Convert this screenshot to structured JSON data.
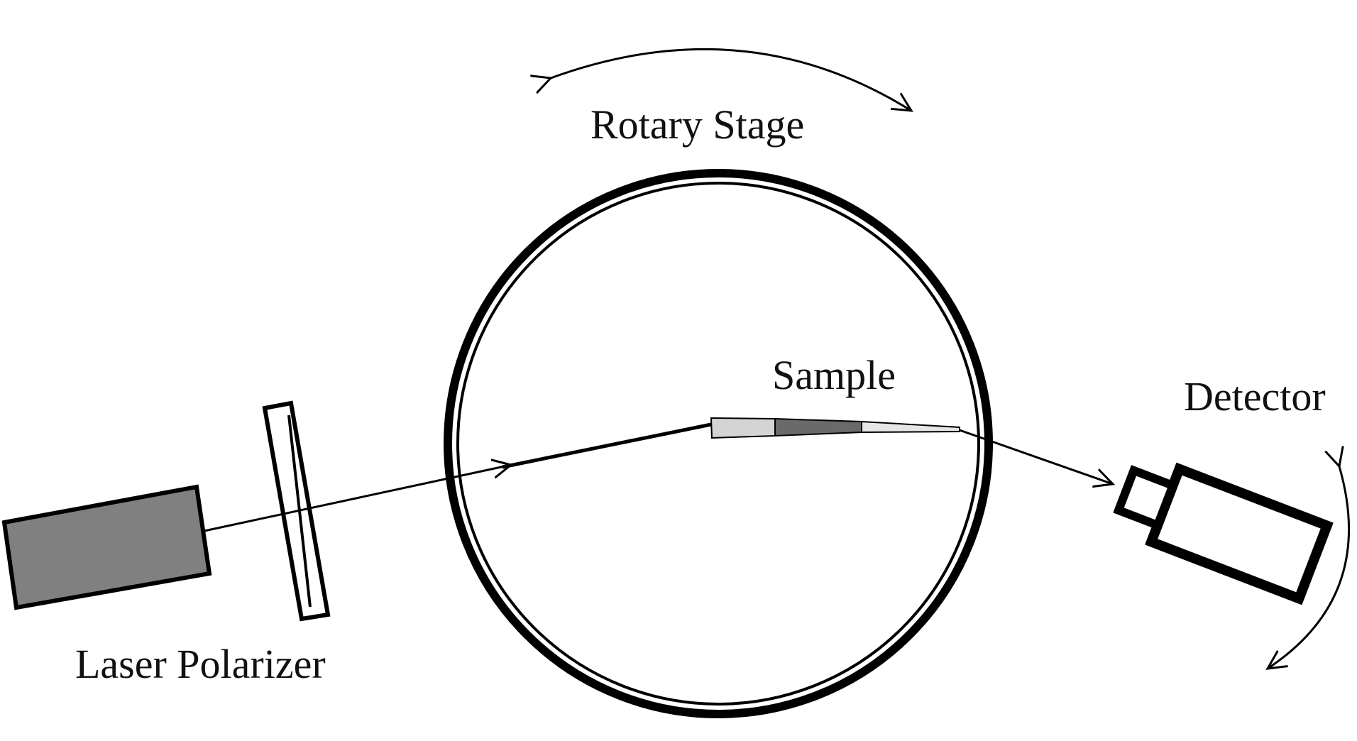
{
  "labels": {
    "rotary_stage": "Rotary Stage",
    "sample": "Sample",
    "detector": "Detector",
    "laser_polarizer": "Laser Polarizer"
  },
  "colors": {
    "stroke": "#000000",
    "laser_body": "#808080",
    "sample_light": "#d4d4d4",
    "sample_dark": "#6a6a6a",
    "sample_tip": "#e6e6e6",
    "background": "#ffffff"
  }
}
